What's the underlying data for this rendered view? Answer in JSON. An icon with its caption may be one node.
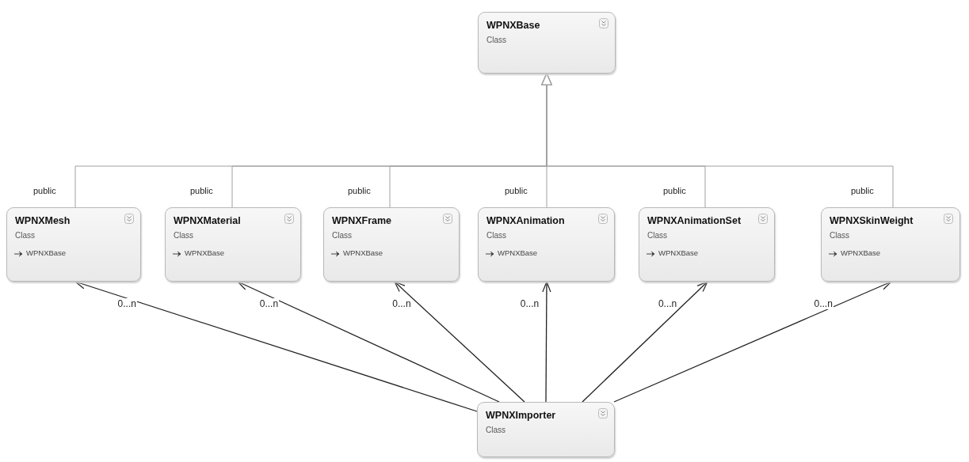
{
  "diagram": {
    "nodes": [
      {
        "text": [
          "WPNXBase",
          "Class"
        ]
      },
      {
        "text": [
          "WPNXMesh",
          "Class",
          "WPNXBase"
        ]
      },
      {
        "text": [
          "WPNXMaterial",
          "Class",
          "WPNXBase"
        ]
      },
      {
        "text": [
          "WPNXFrame",
          "Class",
          "WPNXBase"
        ]
      },
      {
        "text": [
          "WPNXAnimation",
          "Class",
          "WPNXBase"
        ]
      },
      {
        "text": [
          "WPNXAnimationSet",
          "Class",
          "WPNXBase"
        ]
      },
      {
        "text": [
          "WPNXSkinWeight",
          "Class",
          "WPNXBase"
        ]
      },
      {
        "text": [
          "WPNXImporter",
          "Class"
        ]
      }
    ],
    "edges": [
      {
        "from": 1,
        "to": 0,
        "arrow": "to",
        "label": "public"
      },
      {
        "from": 2,
        "to": 0,
        "arrow": "to",
        "label": "public"
      },
      {
        "from": 3,
        "to": 0,
        "arrow": "to",
        "label": "public"
      },
      {
        "from": 4,
        "to": 0,
        "arrow": "to",
        "label": "public"
      },
      {
        "from": 5,
        "to": 0,
        "arrow": "to",
        "label": "public"
      },
      {
        "from": 6,
        "to": 0,
        "arrow": "to",
        "label": "public"
      },
      {
        "from": 7,
        "to": 1,
        "arrow": "to",
        "label": "0...n",
        "color": "#222222"
      },
      {
        "from": 7,
        "to": 2,
        "arrow": "to",
        "label": "0...n",
        "color": "#222222"
      },
      {
        "from": 7,
        "to": 3,
        "arrow": "to",
        "label": "0...n",
        "color": "#222222"
      },
      {
        "from": 7,
        "to": 4,
        "arrow": "to",
        "label": "0...n",
        "color": "#222222"
      },
      {
        "from": 7,
        "to": 5,
        "arrow": "to",
        "label": "0...n",
        "color": "#222222"
      },
      {
        "from": 7,
        "to": 6,
        "arrow": "to",
        "label": "0...n",
        "color": "#222222"
      }
    ]
  }
}
